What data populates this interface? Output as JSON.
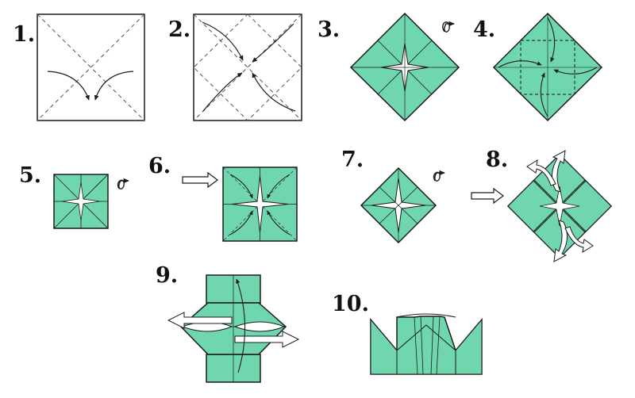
{
  "steps": [
    {
      "label": "1."
    },
    {
      "label": "2."
    },
    {
      "label": "3."
    },
    {
      "label": "4."
    },
    {
      "label": "5."
    },
    {
      "label": "6."
    },
    {
      "label": "7."
    },
    {
      "label": "8."
    },
    {
      "label": "9."
    },
    {
      "label": "10."
    }
  ],
  "colors": {
    "paper": "#6fd6ad",
    "paper_dark": "#3fae86",
    "outline": "#1b1b1b",
    "background": "#ffffff",
    "arrow_fill": "#ffffff"
  },
  "icons": {
    "turn_over": "turn-over-icon",
    "next_step": "next-step-arrow-icon"
  }
}
